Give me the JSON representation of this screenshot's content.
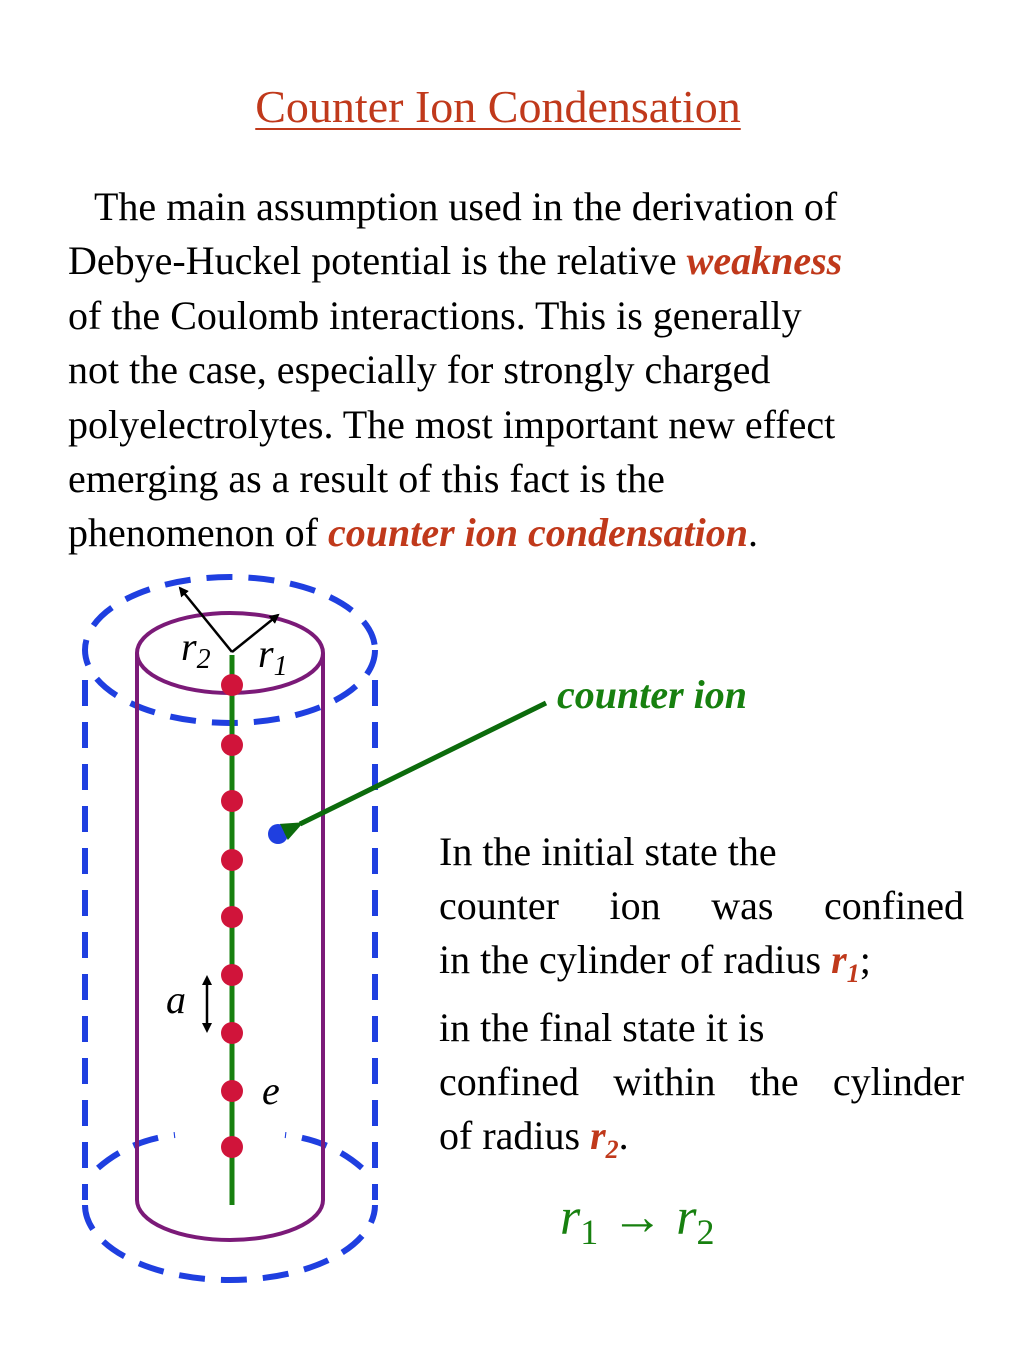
{
  "title": "Counter Ion Condensation",
  "paragraph": {
    "lines": [
      "The main assumption used in the derivation of",
      "Debye-Huckel potential is the relative",
      "of the Coulomb interactions. This is generally",
      "not the case, especially for strongly charged",
      "polyelectrolytes. The most important new effect",
      "emerging as a result of this fact is the",
      "phenomenon of"
    ],
    "emphasis_weakness": "weakness",
    "emphasis_condensation": "counter ion condensation",
    "end_period": "."
  },
  "diagram": {
    "counter_ion_label": "counter ion",
    "label_r": "r",
    "sub_1": "1",
    "sub_2": "2",
    "label_a": "a",
    "label_e": "e",
    "colors": {
      "cylinder": "#7b1a78",
      "dashed": "#1f3fe0",
      "chain": "#17800f",
      "charges": "#d0143a",
      "counter_ion": "#1f3fe0",
      "arrow": "#0c6b0c"
    }
  },
  "explanation": {
    "line1": "In the initial state the",
    "line2_words": [
      "counter",
      "ion",
      "was",
      "confined"
    ],
    "line3_prefix": "in the cylinder of radius",
    "line3_r": "r",
    "line3_sub": "1",
    "line3_suffix": ";",
    "line4": "in the final state it is",
    "line5_words": [
      "confined",
      "within",
      "the",
      "cylinder"
    ],
    "line6_prefix": "of radius",
    "line6_r": "r",
    "line6_sub": "2",
    "line6_suffix": "."
  },
  "formula": {
    "r": "r",
    "sub_from": "1",
    "arrow": "→",
    "sub_to": "2"
  }
}
